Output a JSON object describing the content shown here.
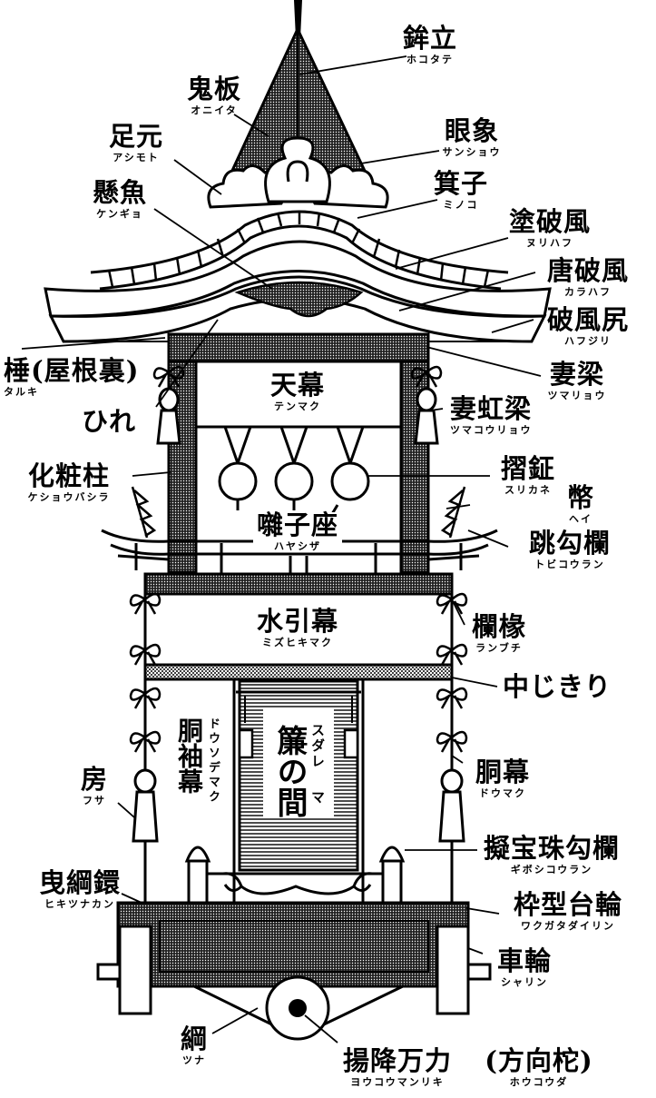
{
  "labels": {
    "hokotate": {
      "kanji": "鉾立",
      "ruby": "ホコタテ"
    },
    "oniita": {
      "kanji": "鬼板",
      "ruby": "オニイタ"
    },
    "ashimoto": {
      "kanji": "足元",
      "ruby": "アシモト"
    },
    "sanshou": {
      "kanji": "眼象",
      "ruby": "サンショウ"
    },
    "minoko": {
      "kanji": "箕子",
      "ruby": "ミノコ"
    },
    "kengyo": {
      "kanji": "懸魚",
      "ruby": "ケンギョ"
    },
    "nurihafu": {
      "kanji": "塗破風",
      "ruby": "ヌリハフ"
    },
    "karahafu": {
      "kanji": "唐破風",
      "ruby": "カラハフ"
    },
    "hafujiri": {
      "kanji": "破風尻",
      "ruby": "ハフジリ"
    },
    "taruki": {
      "kanji": "棰(屋根裏)",
      "ruby": "タルキ"
    },
    "tsumaryou": {
      "kanji": "妻梁",
      "ruby": "ツマリョウ"
    },
    "hire": {
      "kanji": "ひれ"
    },
    "tenmaku": {
      "kanji": "天幕",
      "ruby": "テンマク"
    },
    "tsumakouryou": {
      "kanji": "妻虹梁",
      "ruby": "ツマコウリョウ"
    },
    "surigane": {
      "kanji": "摺鉦",
      "ruby": "スリカネ"
    },
    "keshoubashira": {
      "kanji": "化粧柱",
      "ruby": "ケショウバシラ"
    },
    "hei": {
      "kanji": "幣",
      "ruby": "ヘイ"
    },
    "hayashiza": {
      "kanji": "囃子座",
      "ruby": "ハヤシザ"
    },
    "tobikouran": {
      "kanji": "跳勾欄",
      "ruby": "トビコウラン"
    },
    "mizuhikimaku": {
      "kanji": "水引幕",
      "ruby": "ミズヒキマク"
    },
    "ranbuchi": {
      "kanji": "欄椽",
      "ruby": "ランブチ"
    },
    "nakajikiri": {
      "kanji": "中じきり"
    },
    "dousodemaku": {
      "kanji": "胴袖幕",
      "ruby": "ドウソデマク"
    },
    "sudarenoma": {
      "kanji": "簾の間",
      "ruby_a": "スダレ",
      "ruby_b": "マ"
    },
    "doumaku": {
      "kanji": "胴幕",
      "ruby": "ドウマク"
    },
    "fusa": {
      "kanji": "房",
      "ruby": "フサ"
    },
    "gibooshikouran": {
      "kanji": "擬宝珠勾欄",
      "ruby": "ギボシコウラン"
    },
    "hikitsunakan": {
      "kanji": "曳綱鐶",
      "ruby": "ヒキツナカン"
    },
    "wakugatadairin": {
      "kanji": "枠型台輪",
      "ruby": "ワクガタダイリン"
    },
    "sharin": {
      "kanji": "車輪",
      "ruby": "シャリン"
    },
    "tsuna": {
      "kanji": "綱",
      "ruby": "ツナ"
    },
    "youkouman": {
      "kanji": "揚降万力",
      "ruby": "ヨウコウマンリキ"
    },
    "houkouda": {
      "kanji": "(方向柁)",
      "ruby": "ホウコウダ"
    }
  },
  "colors": {
    "ink": "#000000",
    "paper": "#ffffff",
    "shade": "#5a5a5a"
  }
}
